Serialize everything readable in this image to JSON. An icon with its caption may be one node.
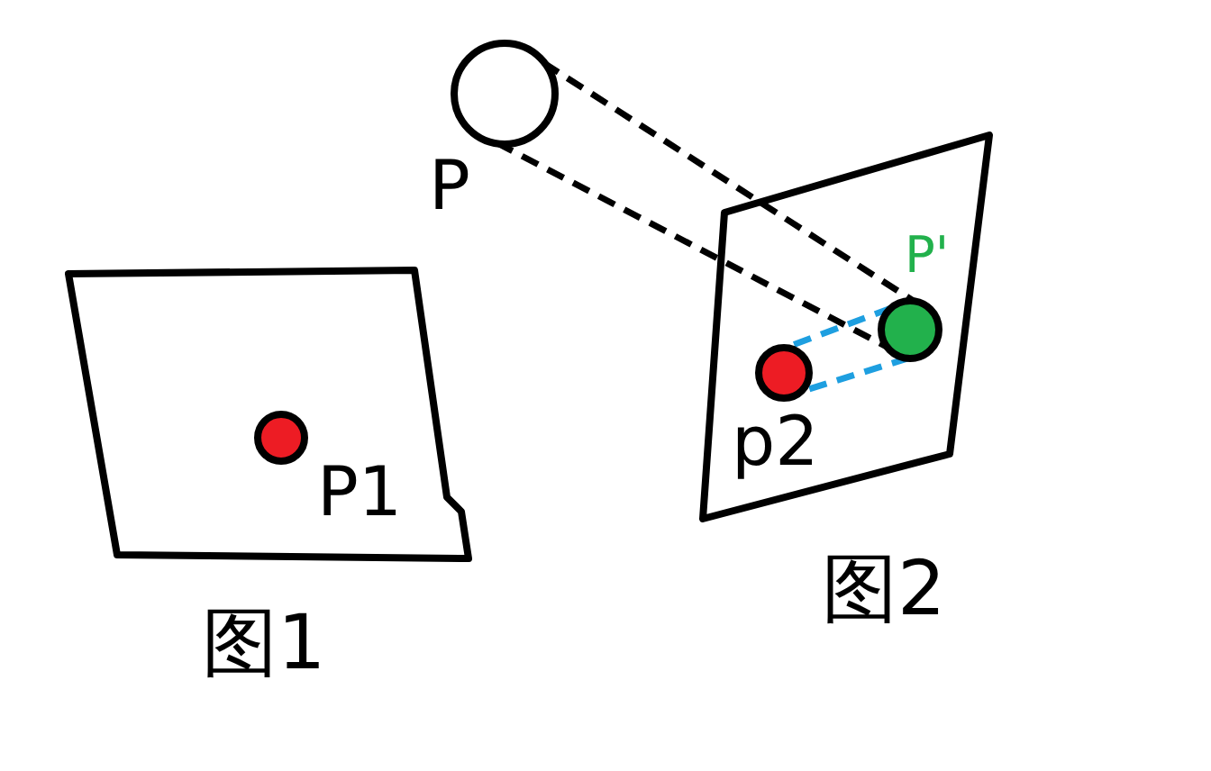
{
  "diagram": {
    "nodes": [
      {
        "text": [],
        "shape": "box",
        "beside": [
          "图1"
        ]
      },
      {
        "text": [],
        "shape": "circle",
        "in": 0,
        "beside": [
          "P1"
        ]
      },
      {
        "text": [],
        "shape": "circle",
        "beside": [
          "P"
        ]
      },
      {
        "text": [],
        "shape": "box",
        "beside": [
          "图2"
        ]
      },
      {
        "text": [],
        "shape": "circle",
        "in": 3,
        "beside": [
          "P'"
        ]
      },
      {
        "text": [],
        "shape": "circle",
        "in": 3,
        "beside": [
          "p2"
        ]
      }
    ],
    "edges": [
      {
        "from": 2,
        "to": 4,
        "arrow": "none",
        "style": "dashed"
      },
      {
        "from": 2,
        "to": 4,
        "arrow": "none",
        "style": "dashed"
      },
      {
        "from": 4,
        "to": 5,
        "arrow": "none",
        "style": "dashed",
        "color": "#1e9fe0"
      },
      {
        "from": 4,
        "to": 5,
        "arrow": "none",
        "style": "dashed",
        "color": "#1e9fe0"
      }
    ]
  }
}
